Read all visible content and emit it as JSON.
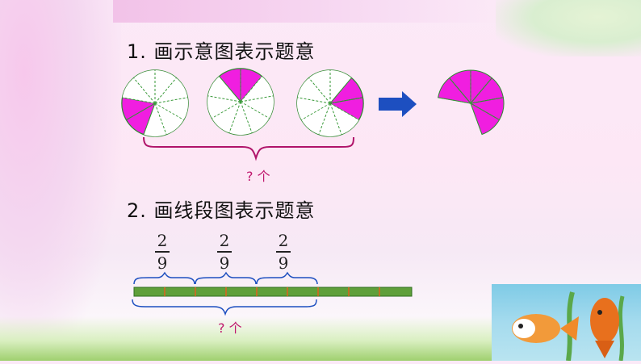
{
  "section1": {
    "title": "1.  画示意图表示题意",
    "question": "? 个"
  },
  "section2": {
    "title": "2.  画线段图表示题意",
    "question": "? 个",
    "fractions": [
      {
        "numerator": "2",
        "denominator": "9"
      },
      {
        "numerator": "2",
        "denominator": "9"
      },
      {
        "numerator": "2",
        "denominator": "9"
      }
    ]
  },
  "circles": {
    "total_parts": 9,
    "shaded_per_circle": 2,
    "combined_shaded": 6
  },
  "colors": {
    "shade": "#f01ee0",
    "dash": "#3a9a3a",
    "brace": "#b0146a",
    "arrow": "#1d4fc0",
    "bar": "#5f9f3a",
    "tick": "#e0611d"
  },
  "icons": [
    "right-arrow-icon"
  ]
}
